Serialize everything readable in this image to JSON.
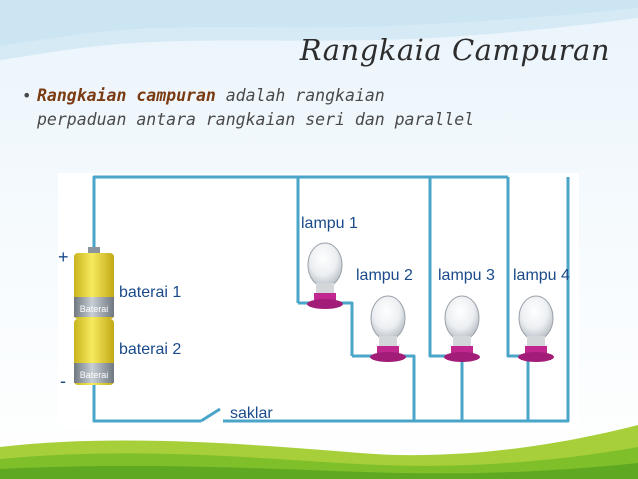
{
  "slide": {
    "title": "Rangkaia Campuran",
    "bullet": {
      "term": "Rangkaian campuran",
      "rest_line1": " adalah rangkaian",
      "line2": "perpaduan antara rangkaian seri dan parallel"
    }
  },
  "diagram": {
    "plus_sign": "+",
    "minus_sign": "-",
    "battery_text": "Baterai",
    "labels": {
      "baterai1": "baterai 1",
      "baterai2": "baterai 2",
      "saklar": "saklar",
      "lampu1": "lampu 1",
      "lampu2": "lampu 2",
      "lampu3": "lampu 3",
      "lampu4": "lampu 4"
    },
    "colors": {
      "wire": "#4aa6c9",
      "label_text": "#1a4a8a",
      "bulb_base": "#c0288f",
      "battery_yellow": "#f2df3a",
      "battery_grey": "#9aa3ab"
    }
  }
}
